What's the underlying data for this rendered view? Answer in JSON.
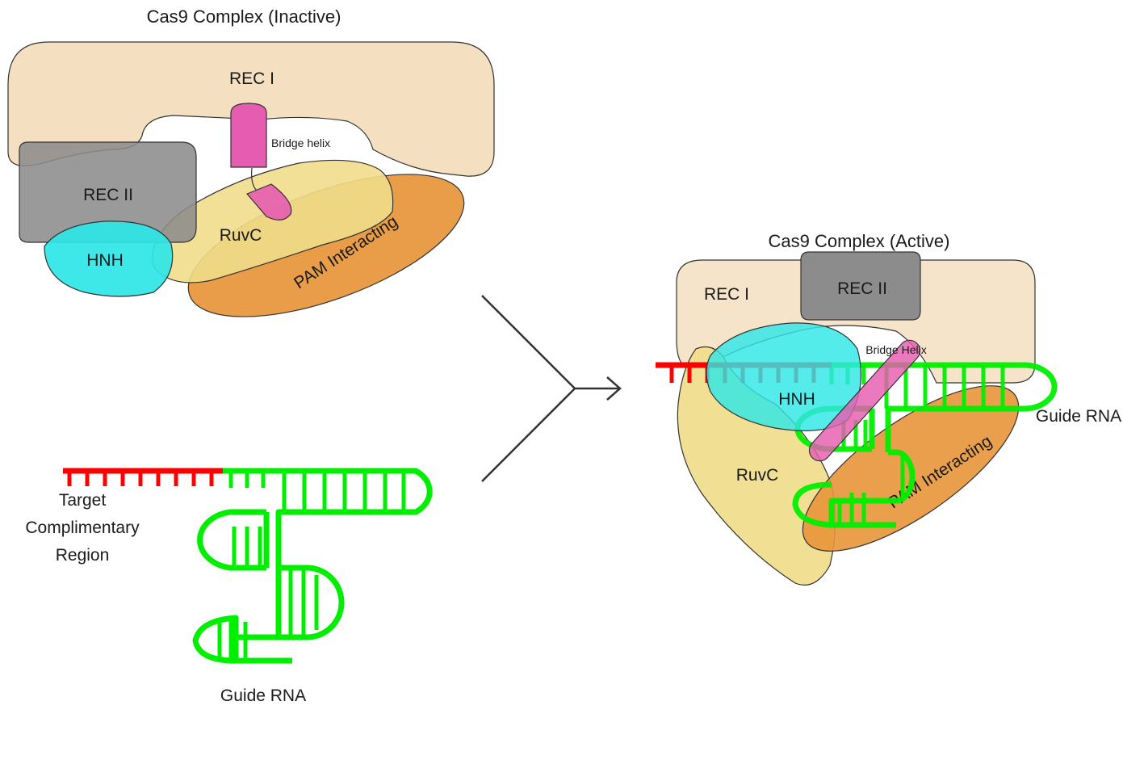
{
  "inactive": {
    "title": "Cas9 Complex (Inactive)",
    "rec1": "REC I",
    "rec2": "REC II",
    "bridge": "Bridge helix",
    "hnh": "HNH",
    "ruvc": "RuvC",
    "pam": "PAM Interacting"
  },
  "guide": {
    "target_line1": "Target",
    "target_line2": "Complimentary",
    "target_line3": "Region",
    "label": "Guide RNA"
  },
  "active": {
    "title": "Cas9 Complex (Active)",
    "rec1": "REC I",
    "rec2": "REC II",
    "bridge": "Bridge Helix",
    "hnh": "HNH",
    "ruvc": "RuvC",
    "pam": "PAM Interacting",
    "guide": "Guide RNA"
  },
  "colors": {
    "rec1": "#f4dfc1",
    "rec2": "#8c8c8c",
    "bridge": "#e65cb0",
    "hnh": "#2ee6e6",
    "ruvc": "#f0dd8a",
    "pam": "#e8953a",
    "rna": "#00ee00",
    "target": "#ff0000",
    "outline": "#333333"
  }
}
